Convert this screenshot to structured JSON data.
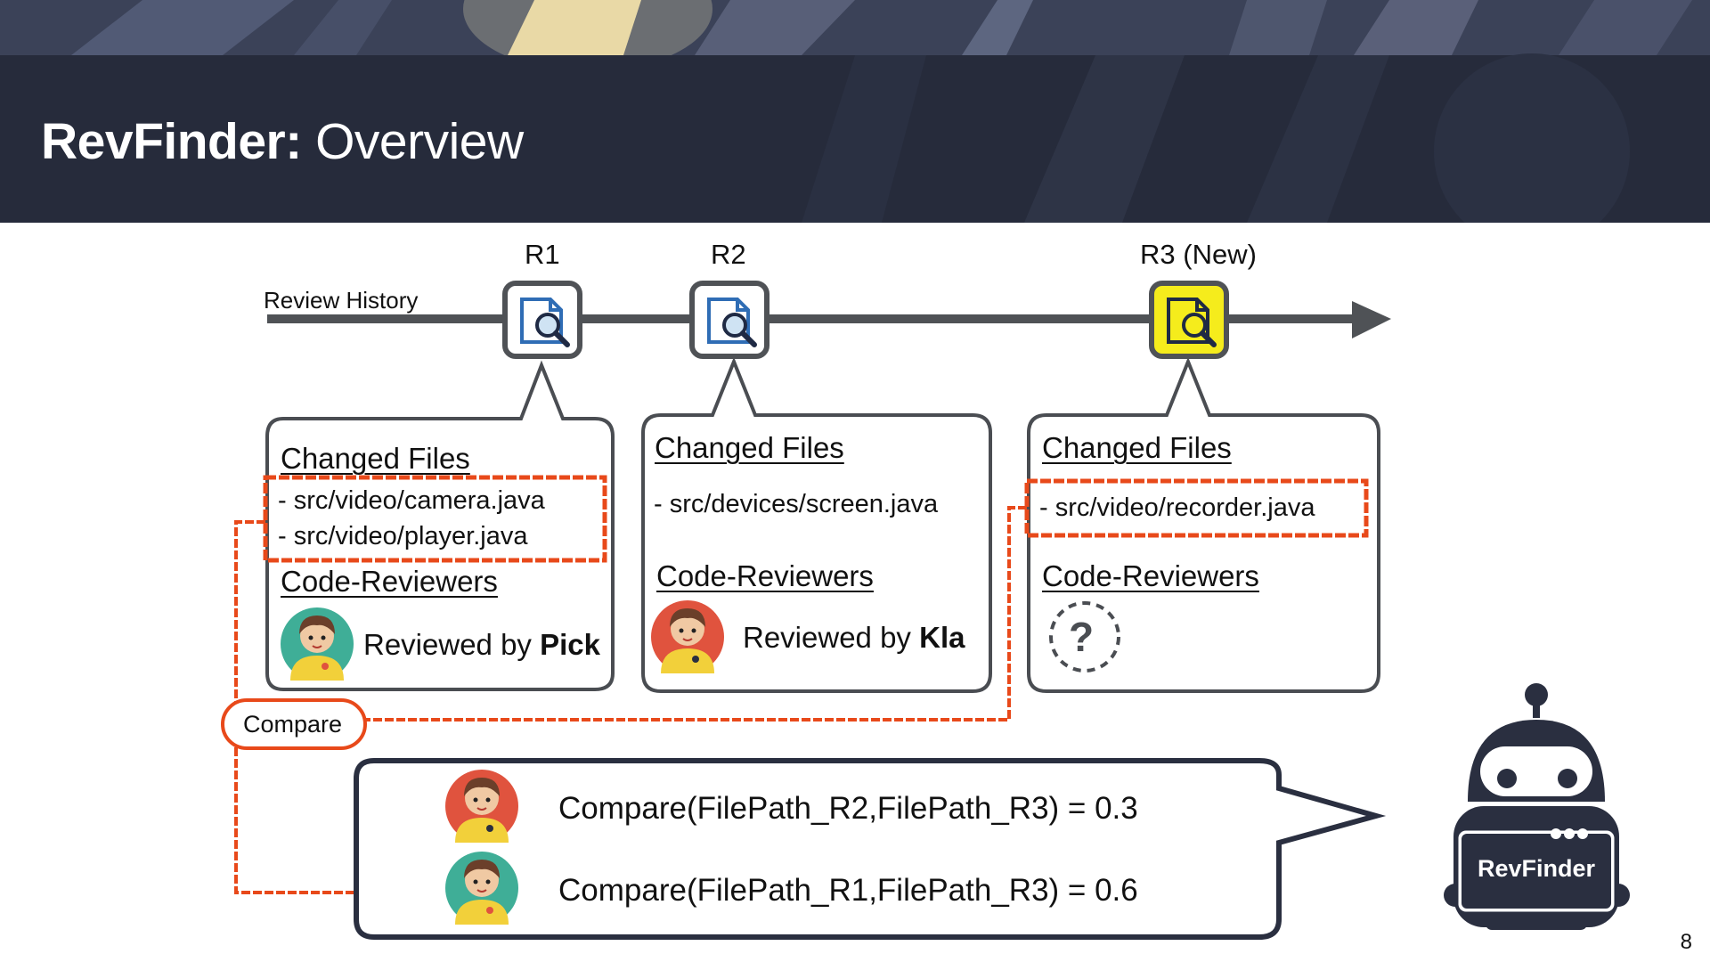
{
  "slide": {
    "title_bold": "RevFinder:",
    "title_rest": " Overview",
    "page_number": "8"
  },
  "timeline": {
    "label": "Review History",
    "reviews": [
      {
        "id": "R1"
      },
      {
        "id": "R2"
      },
      {
        "id": "R3 (New)"
      }
    ]
  },
  "cards": {
    "r1": {
      "changed_files_heading": "Changed Files",
      "files": [
        "- src/video/camera.java",
        "- src/video/player.java"
      ],
      "reviewers_heading": "Code-Reviewers",
      "reviewed_prefix": "Reviewed by ",
      "reviewer": "Pick"
    },
    "r2": {
      "changed_files_heading": "Changed Files",
      "files": [
        "- src/devices/screen.java"
      ],
      "reviewers_heading": "Code-Reviewers",
      "reviewed_prefix": "Reviewed by ",
      "reviewer": "Kla"
    },
    "r3": {
      "changed_files_heading": "Changed Files",
      "files": [
        "- src/video/recorder.java"
      ],
      "reviewers_heading": "Code-Reviewers",
      "unknown_symbol": "?"
    }
  },
  "compare": {
    "label": "Compare",
    "results": [
      "Compare(FilePath_R2,FilePath_R3) = 0.3",
      "Compare(FilePath_R1,FilePath_R3) = 0.6"
    ]
  },
  "robot": {
    "label": "RevFinder"
  },
  "colors": {
    "header_bg": "#2a2f40",
    "highlight": "#e8491a",
    "new_review_fill": "#f5ec1c",
    "outline": "#4a4d52",
    "doc_blue": "#2f6db5",
    "avatar_teal": "#3fae97",
    "avatar_red": "#e0533e"
  }
}
